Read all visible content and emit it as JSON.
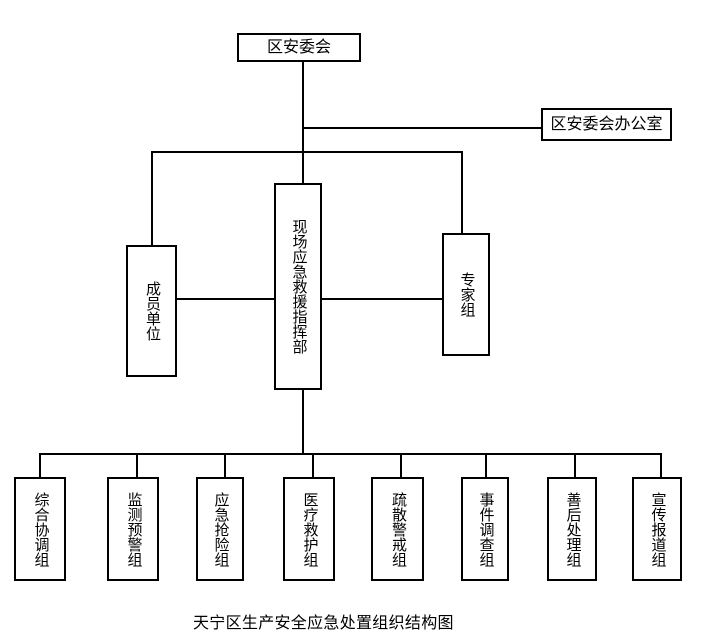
{
  "chart": {
    "title_caption": "天宁区生产安全应急处置组织结构图",
    "root": {
      "label": "区安委会"
    },
    "office": {
      "label": "区安委会办公室"
    },
    "command": {
      "label": "现场应急救援指挥部"
    },
    "members": {
      "label": "成员单位"
    },
    "experts": {
      "label": "专家组"
    },
    "groups": [
      {
        "label": "综合协调组"
      },
      {
        "label": "监测预警组"
      },
      {
        "label": "应急抢险组"
      },
      {
        "label": "医疗救护组"
      },
      {
        "label": "疏散警戒组"
      },
      {
        "label": "事件调查组"
      },
      {
        "label": "善后处理组"
      },
      {
        "label": "宣传报道组"
      }
    ]
  },
  "colors": {
    "line": "#000000",
    "text": "#000000",
    "background": "#ffffff"
  }
}
